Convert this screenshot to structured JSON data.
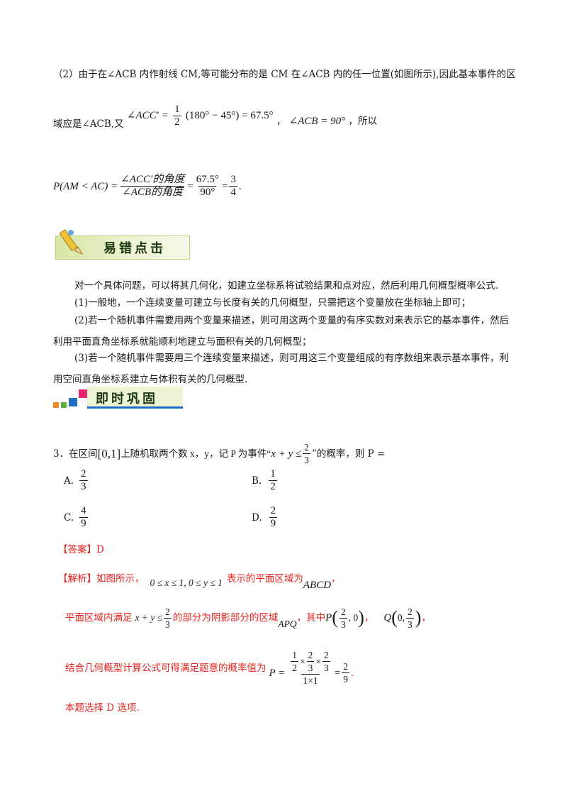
{
  "part2": {
    "line1": "（2）由于在∠ACB 内作射线 CM,等可能分布的是 CM 在∠ACB 内的任一位置(如图所示),因此基本事件的区",
    "line2_prefix": "域应是∠ACB,又",
    "acc_lhs": "∠ACC′ =",
    "acc_num": "1",
    "acc_den": "2",
    "acc_rhs": "(180° − 45°) = 67.5°",
    "sep": "，",
    "acb_eq": "∠ACB = 90°",
    "line2_suffix": "，所以",
    "prob_lhs": "P(AM < AC) =",
    "prob_num": "∠ACC′的角度",
    "prob_den": "∠ACB的角度",
    "eq1": "=",
    "prob_num2": "67.5°",
    "prob_den2": "90°",
    "eq2": "=",
    "prob_num3": "3",
    "prob_den3": "4",
    "end": "."
  },
  "banner1": {
    "title": "易错点击"
  },
  "tips": {
    "p0": "对一个具体问题，可以将其几何化，如建立坐标系将试验结果和点对应，然后利用几何概型概率公式.",
    "p1": "(1)一般地，一个连续变量可建立与长度有关的几何概型，只需把这个变量放在坐标轴上即可；",
    "p2": "(2)若一个随机事件需要用两个变量来描述，则可用这两个变量的有序实数对来表示它的基本事件，然后利用平面直角坐标系就能顺利地建立与面积有关的几何概型；",
    "p3": "(3)若一个随机事件需要用三个连续变量来描述，则可用这三个变量组成的有序数组来表示基本事件，利用空间直角坐标系建立与体积有关的几何概型."
  },
  "banner2": {
    "title": "即时巩固"
  },
  "q3": {
    "prefix": "3．在区间",
    "interval": "[0,1]",
    "mid": "上随机取两个数 x，y，记 P 为事件“",
    "cond": "x + y ≤",
    "cond_num": "2",
    "cond_den": "3",
    "suffix": "”的概率，则 P =",
    "options": [
      {
        "letter": "A.",
        "num": "2",
        "den": "3"
      },
      {
        "letter": "B.",
        "num": "1",
        "den": "2"
      },
      {
        "letter": "C.",
        "num": "4",
        "den": "9"
      },
      {
        "letter": "D.",
        "num": "2",
        "den": "9"
      }
    ]
  },
  "answer": {
    "label": "【答案】D",
    "analysis_label": "【解析】如图所示，",
    "region": "0 ≤ x ≤ 1, 0 ≤ y ≤ 1",
    "region_text": "表示的平面区域为",
    "abcd": "ABCD",
    "comma": "，",
    "l2_prefix": "平面区域内满足",
    "l2_cond": "x + y ≤",
    "l2_num": "2",
    "l2_den": "3",
    "l2_mid": "的部分为阴影部分的区域",
    "apq": "APQ",
    "l2_qizhong": "，其中",
    "p_label": "P",
    "p_num": "2",
    "p_den": "3",
    "p_tail": ", 0",
    "q_label": "Q",
    "q_head": "0,",
    "q_num": "2",
    "q_den": "3",
    "l3_prefix": "结合几何概型计算公式可得满足题意的概率值为",
    "l3_P": "P =",
    "l3_inner": "× ",
    "l3_den": "1×1",
    "l3_eq": "=",
    "l3_rnum": "2",
    "l3_rden": "9",
    "l3_end": ".",
    "final": "本题选择 D 选项."
  },
  "colors": {
    "answer_red": "#e8231f",
    "banner_green": "#5a8a2a",
    "banner_bg": "#eef3d4"
  }
}
